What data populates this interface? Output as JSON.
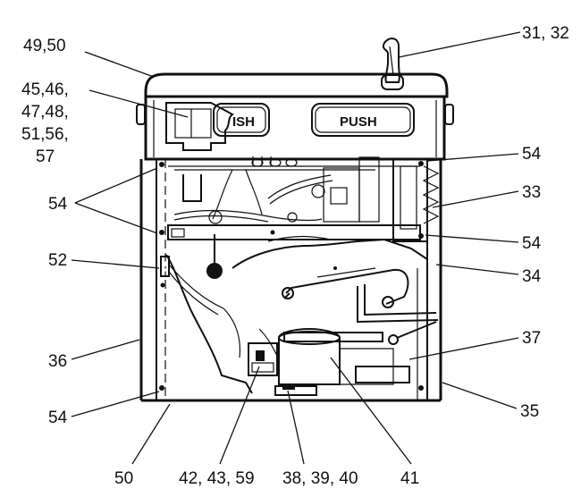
{
  "figure": {
    "button_labels": [
      "ISH",
      "PUSH"
    ],
    "callouts": {
      "c_49_50": "49,50",
      "c_45_46": "45,46,",
      "c_47_48": "47,48,",
      "c_51_56": "51,56,",
      "c_57": "57",
      "c_31_32": "31, 32",
      "c_54_top_right": "54",
      "c_33": "33",
      "c_54_mid_right": "54",
      "c_54_left": "54",
      "c_52": "52",
      "c_34": "34",
      "c_37": "37",
      "c_36": "36",
      "c_35": "35",
      "c_54_bottom_left": "54",
      "c_50_bottom": "50",
      "c_42_43_59": "42, 43, 59",
      "c_38_39_40": "38, 39, 40",
      "c_41": "41"
    }
  }
}
